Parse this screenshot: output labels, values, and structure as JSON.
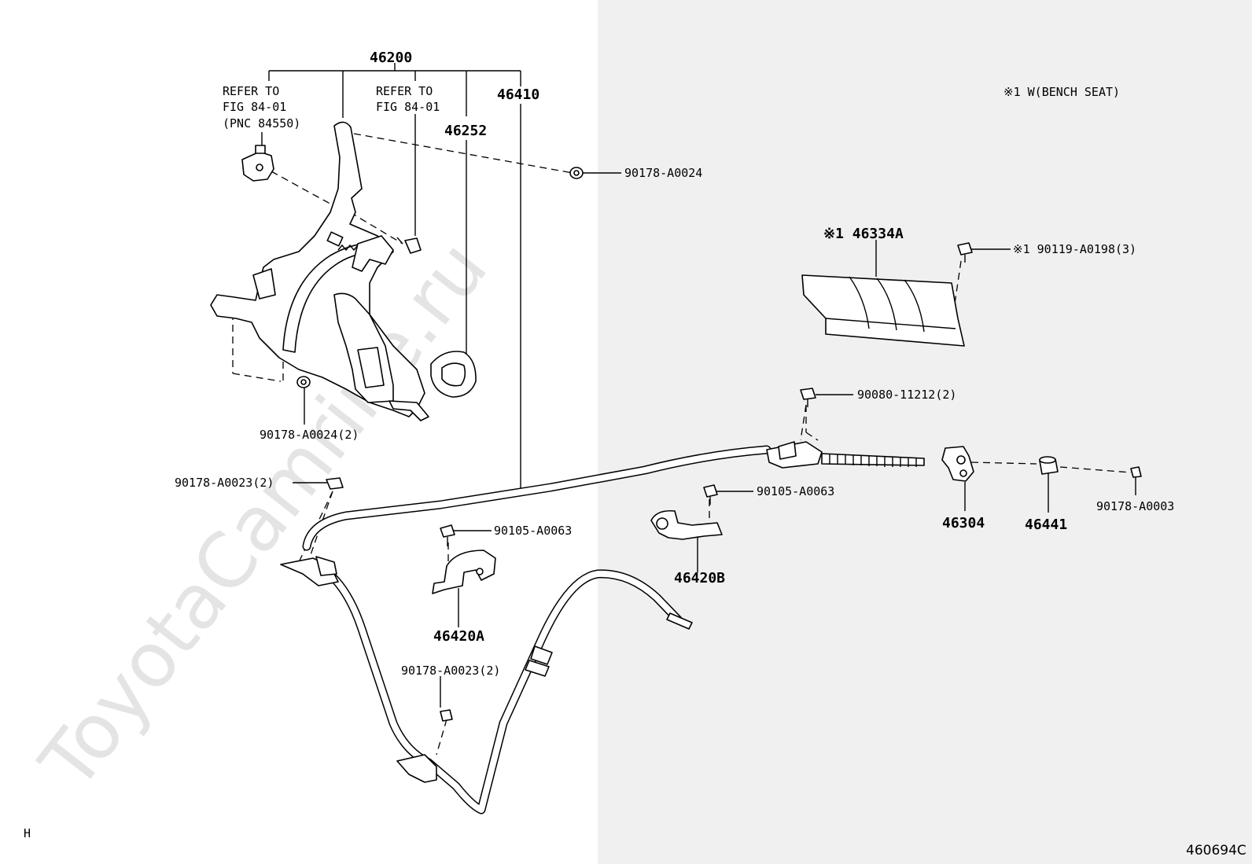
{
  "watermark": "ToyotaCamrine.ru",
  "diagram_code": "460694C",
  "corner_mark": "H",
  "note": "※1 W(BENCH SEAT)",
  "labels": {
    "assy_46200": "46200",
    "refer1_a": "REFER TO",
    "refer1_b": "FIG 84-01",
    "refer1_c": "(PNC 84550)",
    "refer2_a": "REFER TO",
    "refer2_b": "FIG 84-01",
    "p46252": "46252",
    "p46410": "46410",
    "nut_top": "90178-A0024",
    "nut_left": "90178-A0024(2)",
    "p46334a": "※1 46334A",
    "screw_cover": "※1 90119-A0198(3)",
    "bolt_cable": "90080-11212(2)",
    "p46304": "46304",
    "p46441": "46441",
    "nut_end": "90178-A0003",
    "clip_upper": "90178-A0023(2)",
    "bolt_46420b": "90105-A0063",
    "p46420b": "46420B",
    "bolt_46420a": "90105-A0063",
    "p46420a": "46420A",
    "clip_lower": "90178-A0023(2)"
  },
  "colors": {
    "background": "#ffffff",
    "right_panel": "#f0f0f0",
    "line": "#000000",
    "watermark": "#e4e4e4"
  }
}
